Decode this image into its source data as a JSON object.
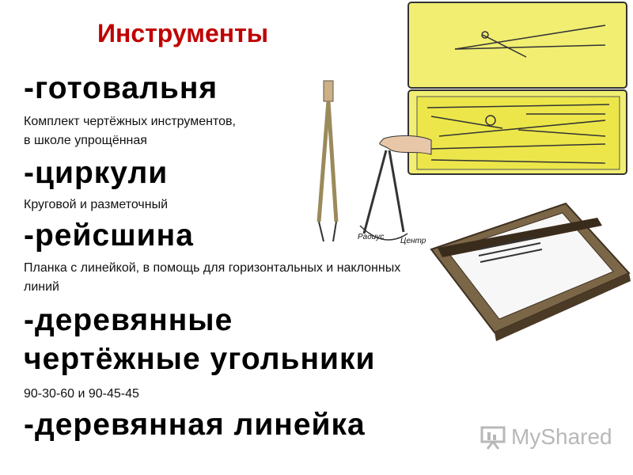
{
  "title": "Инструменты",
  "sections": [
    {
      "heading": "-готовальня",
      "desc1": "Комплект чертёжных инструментов,",
      "desc2": " в школе упрощённая"
    },
    {
      "heading": "-циркули",
      "desc1": "Круговой и разметочный"
    },
    {
      "heading": "-рейсшина",
      "desc1": "Планка с линейкой, в помощь для горизонтальных и наклонных",
      "desc2": "линий"
    },
    {
      "heading": "-деревянные",
      "heading2": "чертёжные угольники",
      "desc1": "90-30-60 и  90-45-45"
    },
    {
      "heading": "-деревянная линейка"
    }
  ],
  "labels": {
    "radius": "Радиус",
    "center": "Центр"
  },
  "watermark": "MyShared"
}
